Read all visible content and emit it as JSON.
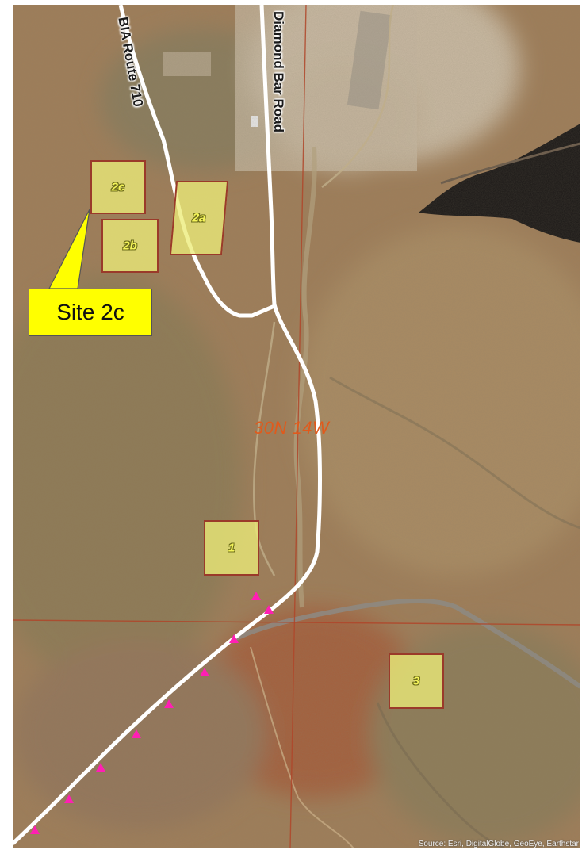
{
  "roads": {
    "bia_route": "BIA Route 710",
    "diamond_bar": "Diamond Bar Road"
  },
  "sites": {
    "s2c": "2c",
    "s2b": "2b",
    "s2a": "2a",
    "s1": "1",
    "s3": "3"
  },
  "callout": {
    "text": "Site 2c"
  },
  "township": "30N 14W",
  "attribution": "Source: Esri, DigitalGlobe, GeoEye, Earthstar",
  "colors": {
    "site_fill": "#ecec78",
    "site_border": "#9a3a2a",
    "callout": "#ffff00",
    "marker": "#ff1fb4",
    "township_label": "#e05a1c",
    "road": "#ffffff"
  },
  "icons": {
    "marker": "triangle-marker-icon"
  }
}
